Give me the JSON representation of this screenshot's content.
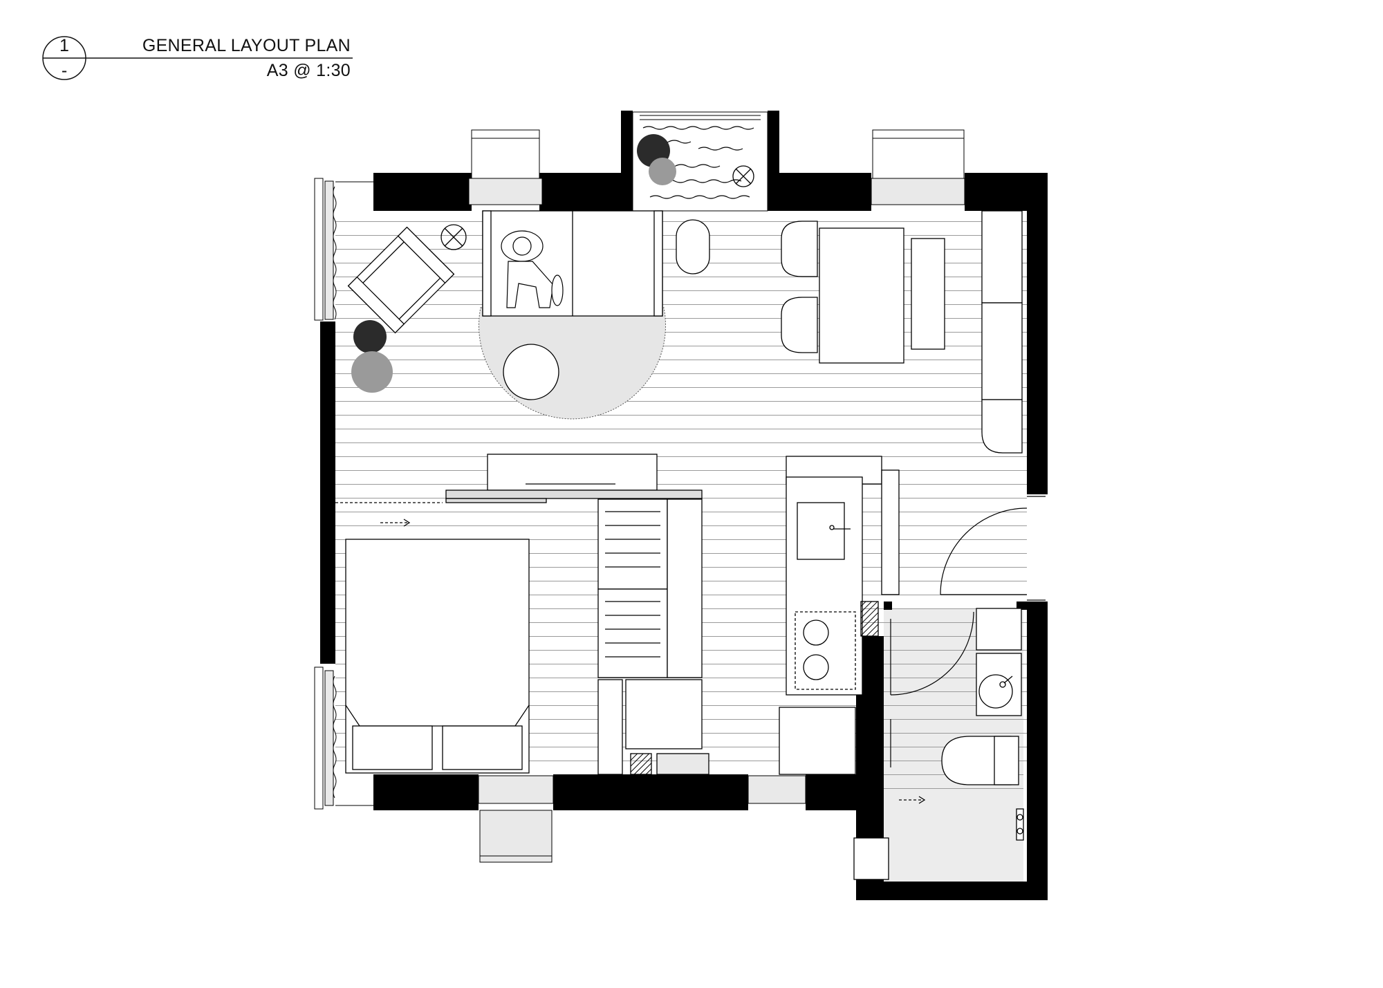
{
  "title_block": {
    "drawing_number": "1",
    "sheet_reference": "-",
    "title": "GENERAL LAYOUT PLAN",
    "scale": "A3 @ 1:30"
  },
  "colors": {
    "wall": "#000000",
    "floor_line": "#9a9a9a",
    "furniture_fill": "#ffffff",
    "rug_fill": "#e6e6e6",
    "bathroom_floor": "#ececec",
    "sill_fill": "#e9e9e9",
    "plant_dark": "#2b2b2b",
    "plant_light": "#9a9a9a"
  }
}
